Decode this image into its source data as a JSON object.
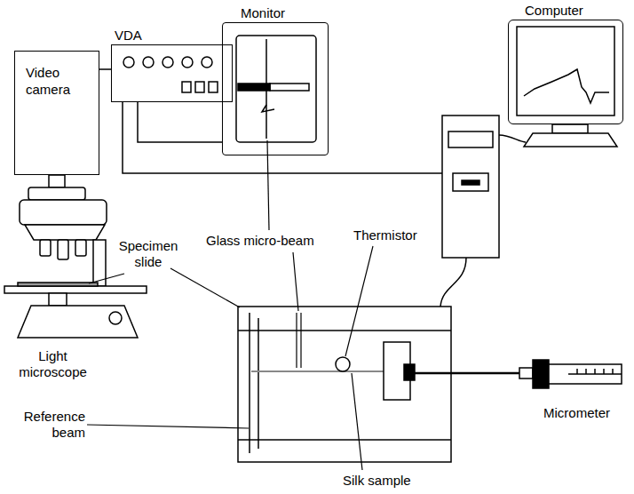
{
  "diagram": {
    "nodes": [
      {
        "text": [
          "Video camera"
        ]
      },
      {
        "text": [
          "VDA"
        ]
      },
      {
        "text": [
          "Monitor"
        ]
      },
      {
        "text": [
          "Computer"
        ]
      }
    ],
    "edges": [
      {
        "from": 0,
        "to": 1,
        "arrow": "none"
      },
      {
        "from": 1,
        "to": 2,
        "arrow": "none"
      }
    ],
    "labels": [
      "Light microscope",
      "Specimen slide",
      "Glass micro-beam",
      "Thermistor",
      "Reference beam",
      "Silk sample",
      "Micrometer"
    ]
  }
}
